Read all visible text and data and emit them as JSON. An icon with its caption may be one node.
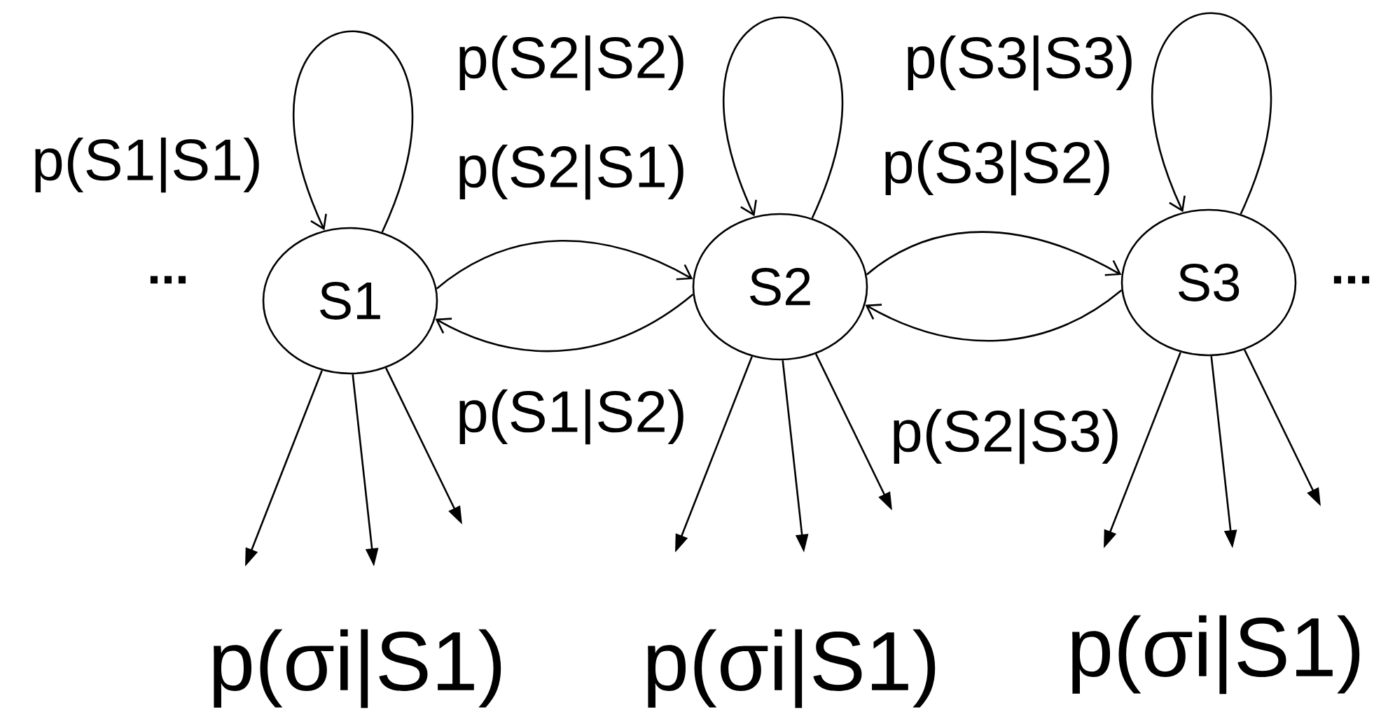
{
  "diagram": {
    "nodes": [
      {
        "text": [
          "S1"
        ]
      },
      {
        "text": [
          "S2"
        ]
      },
      {
        "text": [
          "S3"
        ]
      }
    ],
    "edges": [
      {
        "from": 0,
        "to": 0,
        "arrow": "to",
        "label": "p(S1|S1)"
      },
      {
        "from": 1,
        "to": 1,
        "arrow": "to",
        "label": "p(S2|S2)"
      },
      {
        "from": 2,
        "to": 2,
        "arrow": "to",
        "label": "p(S3|S3)"
      },
      {
        "from": 0,
        "to": 1,
        "arrow": "to",
        "label": "p(S2|S1)"
      },
      {
        "from": 1,
        "to": 2,
        "arrow": "to",
        "label": "p(S3|S2)"
      },
      {
        "from": 1,
        "to": 0,
        "arrow": "to",
        "label": "p(S1|S2)"
      },
      {
        "from": 2,
        "to": 1,
        "arrow": "to",
        "label": "p(S2|S3)"
      },
      {
        "from": 0,
        "to": null,
        "arrow": "to"
      },
      {
        "from": 0,
        "to": null,
        "arrow": "to"
      },
      {
        "from": 0,
        "to": null,
        "arrow": "to"
      },
      {
        "from": 1,
        "to": null,
        "arrow": "to"
      },
      {
        "from": 1,
        "to": null,
        "arrow": "to"
      },
      {
        "from": 1,
        "to": null,
        "arrow": "to"
      },
      {
        "from": 2,
        "to": null,
        "arrow": "to"
      },
      {
        "from": 2,
        "to": null,
        "arrow": "to"
      },
      {
        "from": 2,
        "to": null,
        "arrow": "to"
      }
    ],
    "labels": [
      "...",
      "...",
      "p(σi|S1)",
      "p(σi|S1)",
      "p(σi|S1)"
    ]
  }
}
